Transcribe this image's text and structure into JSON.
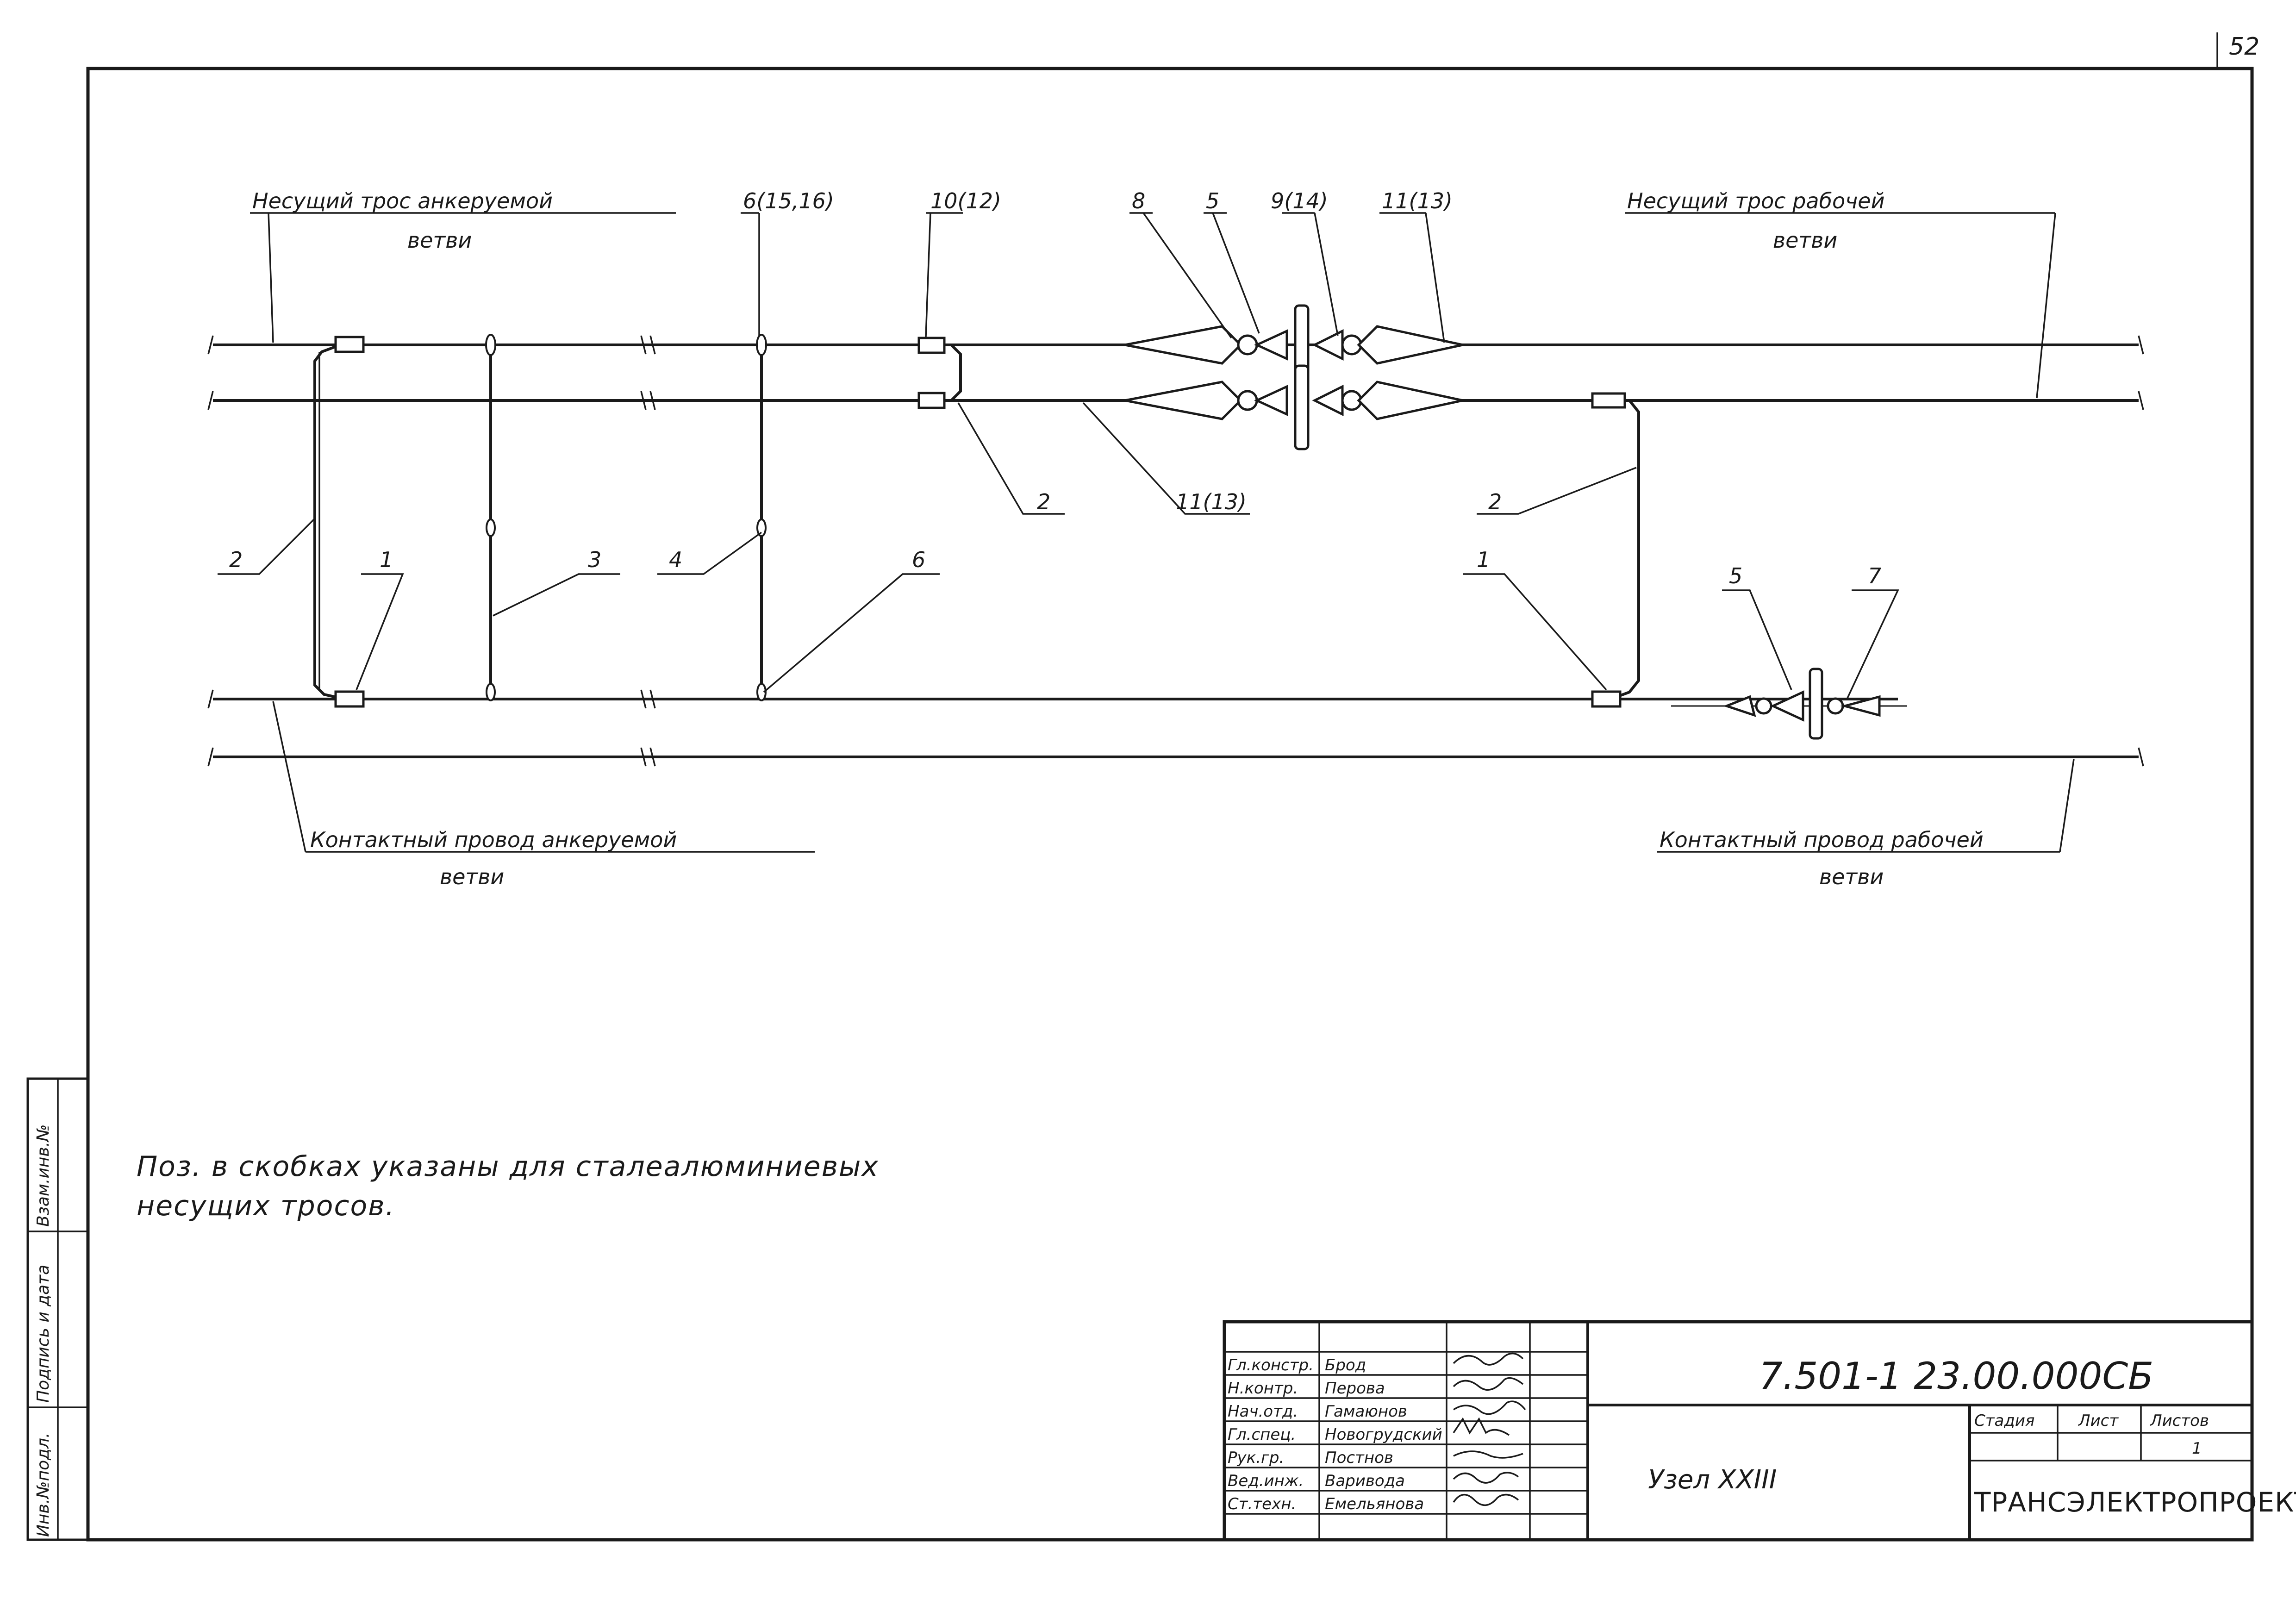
{
  "sheet_number": "52",
  "labels": {
    "carrier_anchored_l1": "Несущий трос анкеруемой",
    "carrier_anchored_l2": "ветви",
    "carrier_working_l1": "Несущий трос рабочей",
    "carrier_working_l2": "ветви",
    "contact_anchored_l1": "Контактный провод анкеруемой",
    "contact_anchored_l2": "ветви",
    "contact_working_l1": "Контактный провод рабочей",
    "contact_working_l2": "ветви"
  },
  "positions": {
    "p6_15_16": "6(15,16)",
    "p10_12": "10(12)",
    "p8": "8",
    "p5_top": "5",
    "p9_14": "9(14)",
    "p11_13_top": "11(13)",
    "p2_left": "2",
    "p1_left": "1",
    "p3": "3",
    "p4": "4",
    "p6": "6",
    "p2_mid": "2",
    "p11_13_mid": "11(13)",
    "p2_right": "2",
    "p1_right": "1",
    "p5_bottom": "5",
    "p7": "7"
  },
  "note": {
    "line1": "Поз. в скобках  указаны  для  сталеалюминиевых",
    "line2": "несущих  тросов."
  },
  "side_stamp": {
    "inv_podl": "Инв.№подл.",
    "podpis_data": "Подпись и дата",
    "vzam_inv": "Взам.инв.№"
  },
  "title_block": {
    "document_code": "7.501-1   23.00.000СБ",
    "title": "Узел XXIII",
    "stage_header": "Стадия",
    "sheet_header": "Лист",
    "sheets_header": "Листов",
    "sheets_value": "1",
    "organization": "ТРАНСЭЛЕКТРОПРОЕКТ",
    "signatures": [
      {
        "role": "Гл.констр.",
        "name": "Брод"
      },
      {
        "role": "Н.контр.",
        "name": "Перова"
      },
      {
        "role": "Нач.отд.",
        "name": "Гамаюнов"
      },
      {
        "role": "Гл.спец.",
        "name": "Новогрудский"
      },
      {
        "role": "Рук.гр.",
        "name": "Постнов"
      },
      {
        "role": "Вед.инж.",
        "name": "Варивода"
      },
      {
        "role": "Ст.техн.",
        "name": "Емельянова"
      }
    ]
  }
}
